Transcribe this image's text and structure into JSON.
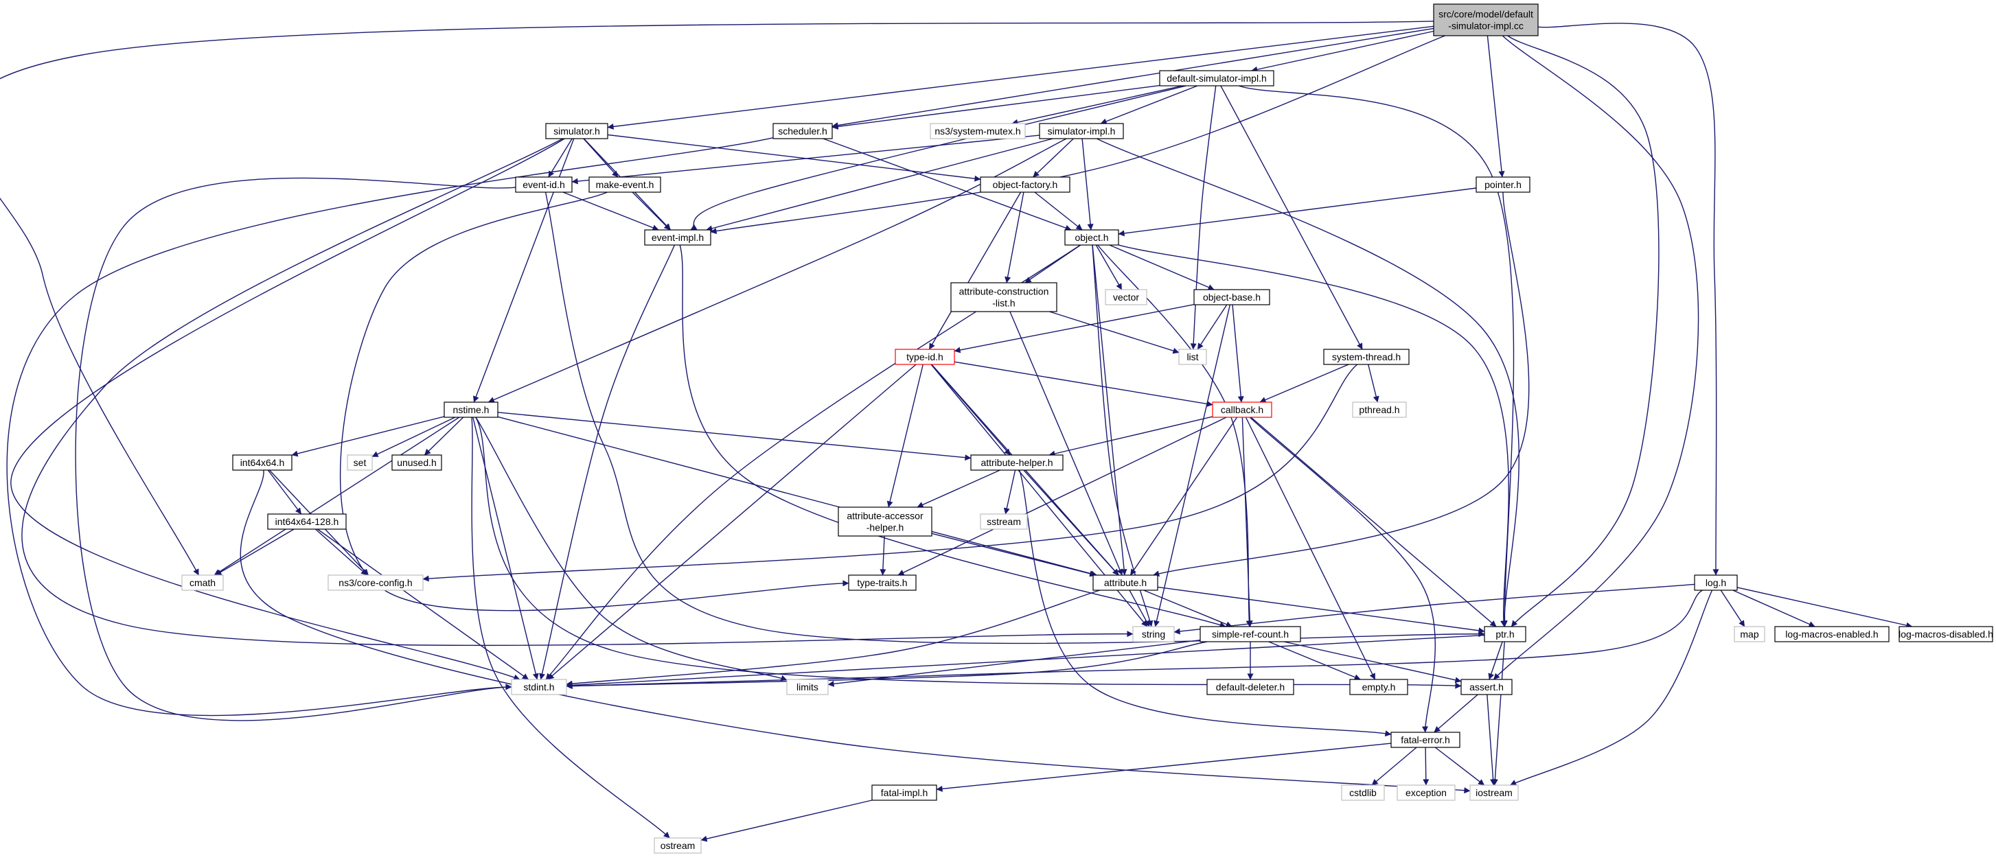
{
  "graph": {
    "nodes": {
      "root": {
        "lines": [
          "src/core/model/default",
          "-simulator-impl.cc"
        ],
        "style": "root"
      },
      "default-simulator-impl-h": {
        "lines": [
          "default-simulator-impl.h"
        ],
        "style": "normal"
      },
      "simulator-h": {
        "lines": [
          "simulator.h"
        ],
        "style": "normal"
      },
      "scheduler-h": {
        "lines": [
          "scheduler.h"
        ],
        "style": "normal"
      },
      "system-mutex-h": {
        "lines": [
          "ns3/system-mutex.h"
        ],
        "style": "external"
      },
      "simulator-impl-h": {
        "lines": [
          "simulator-impl.h"
        ],
        "style": "normal"
      },
      "pointer-h": {
        "lines": [
          "pointer.h"
        ],
        "style": "normal"
      },
      "event-id-h": {
        "lines": [
          "event-id.h"
        ],
        "style": "normal"
      },
      "make-event-h": {
        "lines": [
          "make-event.h"
        ],
        "style": "normal"
      },
      "object-factory-h": {
        "lines": [
          "object-factory.h"
        ],
        "style": "normal"
      },
      "event-impl-h": {
        "lines": [
          "event-impl.h"
        ],
        "style": "normal"
      },
      "object-h": {
        "lines": [
          "object.h"
        ],
        "style": "normal"
      },
      "attribute-construction-list-h": {
        "lines": [
          "attribute-construction",
          "-list.h"
        ],
        "style": "normal"
      },
      "vector": {
        "lines": [
          "vector"
        ],
        "style": "external"
      },
      "object-base-h": {
        "lines": [
          "object-base.h"
        ],
        "style": "normal"
      },
      "list": {
        "lines": [
          "list"
        ],
        "style": "external"
      },
      "system-thread-h": {
        "lines": [
          "system-thread.h"
        ],
        "style": "normal"
      },
      "type-id-h": {
        "lines": [
          "type-id.h"
        ],
        "style": "truncated"
      },
      "callback-h": {
        "lines": [
          "callback.h"
        ],
        "style": "truncated"
      },
      "pthread-h": {
        "lines": [
          "pthread.h"
        ],
        "style": "external"
      },
      "nstime-h": {
        "lines": [
          "nstime.h"
        ],
        "style": "normal"
      },
      "int64x64-h": {
        "lines": [
          "int64x64.h"
        ],
        "style": "normal"
      },
      "set": {
        "lines": [
          "set"
        ],
        "style": "external"
      },
      "unused-h": {
        "lines": [
          "unused.h"
        ],
        "style": "normal"
      },
      "attribute-helper-h": {
        "lines": [
          "attribute-helper.h"
        ],
        "style": "normal"
      },
      "int64x64-128-h": {
        "lines": [
          "int64x64-128.h"
        ],
        "style": "normal"
      },
      "sstream": {
        "lines": [
          "sstream"
        ],
        "style": "external"
      },
      "attribute-accessor-helper-h": {
        "lines": [
          "attribute-accessor",
          "-helper.h"
        ],
        "style": "normal"
      },
      "cmath": {
        "lines": [
          "cmath"
        ],
        "style": "external"
      },
      "core-config-h": {
        "lines": [
          "ns3/core-config.h"
        ],
        "style": "external"
      },
      "type-traits-h": {
        "lines": [
          "type-traits.h"
        ],
        "style": "normal"
      },
      "attribute-h": {
        "lines": [
          "attribute.h"
        ],
        "style": "normal"
      },
      "log-h": {
        "lines": [
          "log.h"
        ],
        "style": "normal"
      },
      "string": {
        "lines": [
          "string"
        ],
        "style": "external"
      },
      "simple-ref-count-h": {
        "lines": [
          "simple-ref-count.h"
        ],
        "style": "normal"
      },
      "ptr-h": {
        "lines": [
          "ptr.h"
        ],
        "style": "normal"
      },
      "map": {
        "lines": [
          "map"
        ],
        "style": "external"
      },
      "log-macros-enabled-h": {
        "lines": [
          "log-macros-enabled.h"
        ],
        "style": "normal"
      },
      "log-macros-disabled-h": {
        "lines": [
          "log-macros-disabled.h"
        ],
        "style": "normal"
      },
      "stdint-h": {
        "lines": [
          "stdint.h"
        ],
        "style": "external"
      },
      "limits": {
        "lines": [
          "limits"
        ],
        "style": "external"
      },
      "default-deleter-h": {
        "lines": [
          "default-deleter.h"
        ],
        "style": "normal"
      },
      "empty-h": {
        "lines": [
          "empty.h"
        ],
        "style": "normal"
      },
      "assert-h": {
        "lines": [
          "assert.h"
        ],
        "style": "normal"
      },
      "fatal-error-h": {
        "lines": [
          "fatal-error.h"
        ],
        "style": "normal"
      },
      "fatal-impl-h": {
        "lines": [
          "fatal-impl.h"
        ],
        "style": "normal"
      },
      "cstdlib": {
        "lines": [
          "cstdlib"
        ],
        "style": "external"
      },
      "exception": {
        "lines": [
          "exception"
        ],
        "style": "external"
      },
      "iostream": {
        "lines": [
          "iostream"
        ],
        "style": "external"
      },
      "ostream": {
        "lines": [
          "ostream"
        ],
        "style": "external"
      }
    },
    "edges": [
      [
        "root",
        "default-simulator-impl-h"
      ],
      [
        "root",
        "simulator-h"
      ],
      [
        "root",
        "scheduler-h"
      ],
      [
        "root",
        "event-impl-h"
      ],
      [
        "root",
        "cmath"
      ],
      [
        "root",
        "pointer-h"
      ],
      [
        "root",
        "ptr-h"
      ],
      [
        "root",
        "assert-h"
      ],
      [
        "root",
        "log-h"
      ],
      [
        "default-simulator-impl-h",
        "simulator-impl-h"
      ],
      [
        "default-simulator-impl-h",
        "scheduler-h"
      ],
      [
        "default-simulator-impl-h",
        "event-impl-h"
      ],
      [
        "default-simulator-impl-h",
        "system-mutex-h"
      ],
      [
        "default-simulator-impl-h",
        "system-thread-h"
      ],
      [
        "default-simulator-impl-h",
        "list"
      ],
      [
        "default-simulator-impl-h",
        "ptr-h"
      ],
      [
        "simulator-h",
        "event-id-h"
      ],
      [
        "simulator-h",
        "make-event-h"
      ],
      [
        "simulator-h",
        "event-impl-h"
      ],
      [
        "simulator-h",
        "nstime-h"
      ],
      [
        "simulator-h",
        "object-factory-h"
      ],
      [
        "simulator-h",
        "string"
      ],
      [
        "simulator-h",
        "stdint-h"
      ],
      [
        "scheduler-h",
        "object-h"
      ],
      [
        "scheduler-h",
        "stdint-h"
      ],
      [
        "simulator-impl-h",
        "event-id-h"
      ],
      [
        "simulator-impl-h",
        "event-impl-h"
      ],
      [
        "simulator-impl-h",
        "nstime-h"
      ],
      [
        "simulator-impl-h",
        "object-h"
      ],
      [
        "simulator-impl-h",
        "object-factory-h"
      ],
      [
        "simulator-impl-h",
        "ptr-h"
      ],
      [
        "pointer-h",
        "object-h"
      ],
      [
        "pointer-h",
        "attribute-h"
      ],
      [
        "event-id-h",
        "event-impl-h"
      ],
      [
        "event-id-h",
        "ptr-h"
      ],
      [
        "event-id-h",
        "stdint-h"
      ],
      [
        "make-event-h",
        "event-impl-h"
      ],
      [
        "make-event-h",
        "type-traits-h"
      ],
      [
        "object-factory-h",
        "object-h"
      ],
      [
        "object-factory-h",
        "attribute-construction-list-h"
      ],
      [
        "object-factory-h",
        "type-id-h"
      ],
      [
        "event-impl-h",
        "simple-ref-count-h"
      ],
      [
        "event-impl-h",
        "stdint-h"
      ],
      [
        "object-h",
        "vector"
      ],
      [
        "object-h",
        "object-base-h"
      ],
      [
        "object-h",
        "attribute-construction-list-h"
      ],
      [
        "object-h",
        "attribute-h"
      ],
      [
        "object-h",
        "ptr-h"
      ],
      [
        "object-h",
        "simple-ref-count-h"
      ],
      [
        "object-h",
        "string"
      ],
      [
        "object-h",
        "stdint-h"
      ],
      [
        "attribute-construction-list-h",
        "list"
      ],
      [
        "attribute-construction-list-h",
        "attribute-h"
      ],
      [
        "object-base-h",
        "type-id-h"
      ],
      [
        "object-base-h",
        "callback-h"
      ],
      [
        "object-base-h",
        "list"
      ],
      [
        "object-base-h",
        "string"
      ],
      [
        "system-thread-h",
        "callback-h"
      ],
      [
        "system-thread-h",
        "pthread-h"
      ],
      [
        "system-thread-h",
        "core-config-h"
      ],
      [
        "type-id-h",
        "attribute-h"
      ],
      [
        "type-id-h",
        "attribute-accessor-helper-h"
      ],
      [
        "type-id-h",
        "attribute-helper-h"
      ],
      [
        "type-id-h",
        "callback-h"
      ],
      [
        "type-id-h",
        "string"
      ],
      [
        "type-id-h",
        "stdint-h"
      ],
      [
        "callback-h",
        "attribute-helper-h"
      ],
      [
        "callback-h",
        "attribute-h"
      ],
      [
        "callback-h",
        "simple-ref-count-h"
      ],
      [
        "callback-h",
        "type-traits-h"
      ],
      [
        "callback-h",
        "ptr-h"
      ],
      [
        "callback-h",
        "fatal-error-h"
      ],
      [
        "callback-h",
        "empty-h"
      ],
      [
        "nstime-h",
        "int64x64-h"
      ],
      [
        "nstime-h",
        "set"
      ],
      [
        "nstime-h",
        "unused-h"
      ],
      [
        "nstime-h",
        "attribute-helper-h"
      ],
      [
        "nstime-h",
        "attribute-h"
      ],
      [
        "nstime-h",
        "cmath"
      ],
      [
        "nstime-h",
        "stdint-h"
      ],
      [
        "nstime-h",
        "limits"
      ],
      [
        "nstime-h",
        "ostream"
      ],
      [
        "nstime-h",
        "assert-h"
      ],
      [
        "int64x64-h",
        "int64x64-128-h"
      ],
      [
        "int64x64-h",
        "core-config-h"
      ],
      [
        "int64x64-h",
        "iostream"
      ],
      [
        "int64x64-128-h",
        "cmath"
      ],
      [
        "int64x64-128-h",
        "core-config-h"
      ],
      [
        "int64x64-128-h",
        "stdint-h"
      ],
      [
        "attribute-helper-h",
        "attribute-accessor-helper-h"
      ],
      [
        "attribute-helper-h",
        "sstream"
      ],
      [
        "attribute-helper-h",
        "attribute-h"
      ],
      [
        "attribute-helper-h",
        "fatal-error-h"
      ],
      [
        "attribute-accessor-helper-h",
        "type-traits-h"
      ],
      [
        "attribute-accessor-helper-h",
        "attribute-h"
      ],
      [
        "attribute-h",
        "string"
      ],
      [
        "attribute-h",
        "simple-ref-count-h"
      ],
      [
        "attribute-h",
        "ptr-h"
      ],
      [
        "attribute-h",
        "stdint-h"
      ],
      [
        "log-h",
        "string"
      ],
      [
        "log-h",
        "map"
      ],
      [
        "log-h",
        "log-macros-enabled-h"
      ],
      [
        "log-h",
        "log-macros-disabled-h"
      ],
      [
        "log-h",
        "iostream"
      ],
      [
        "log-h",
        "stdint-h"
      ],
      [
        "simple-ref-count-h",
        "default-deleter-h"
      ],
      [
        "simple-ref-count-h",
        "empty-h"
      ],
      [
        "simple-ref-count-h",
        "assert-h"
      ],
      [
        "simple-ref-count-h",
        "limits"
      ],
      [
        "simple-ref-count-h",
        "stdint-h"
      ],
      [
        "ptr-h",
        "assert-h"
      ],
      [
        "ptr-h",
        "iostream"
      ],
      [
        "ptr-h",
        "stdint-h"
      ],
      [
        "assert-h",
        "fatal-error-h"
      ],
      [
        "assert-h",
        "iostream"
      ],
      [
        "fatal-error-h",
        "fatal-impl-h"
      ],
      [
        "fatal-error-h",
        "cstdlib"
      ],
      [
        "fatal-error-h",
        "exception"
      ],
      [
        "fatal-error-h",
        "iostream"
      ],
      [
        "fatal-impl-h",
        "ostream"
      ]
    ]
  },
  "colors": {
    "edge": "#191970",
    "root_fill": "#bfbfbf",
    "normal_border": "#000000",
    "external_border": "#bfbfbf",
    "truncated_border": "#ff0000",
    "text": "#000000"
  }
}
